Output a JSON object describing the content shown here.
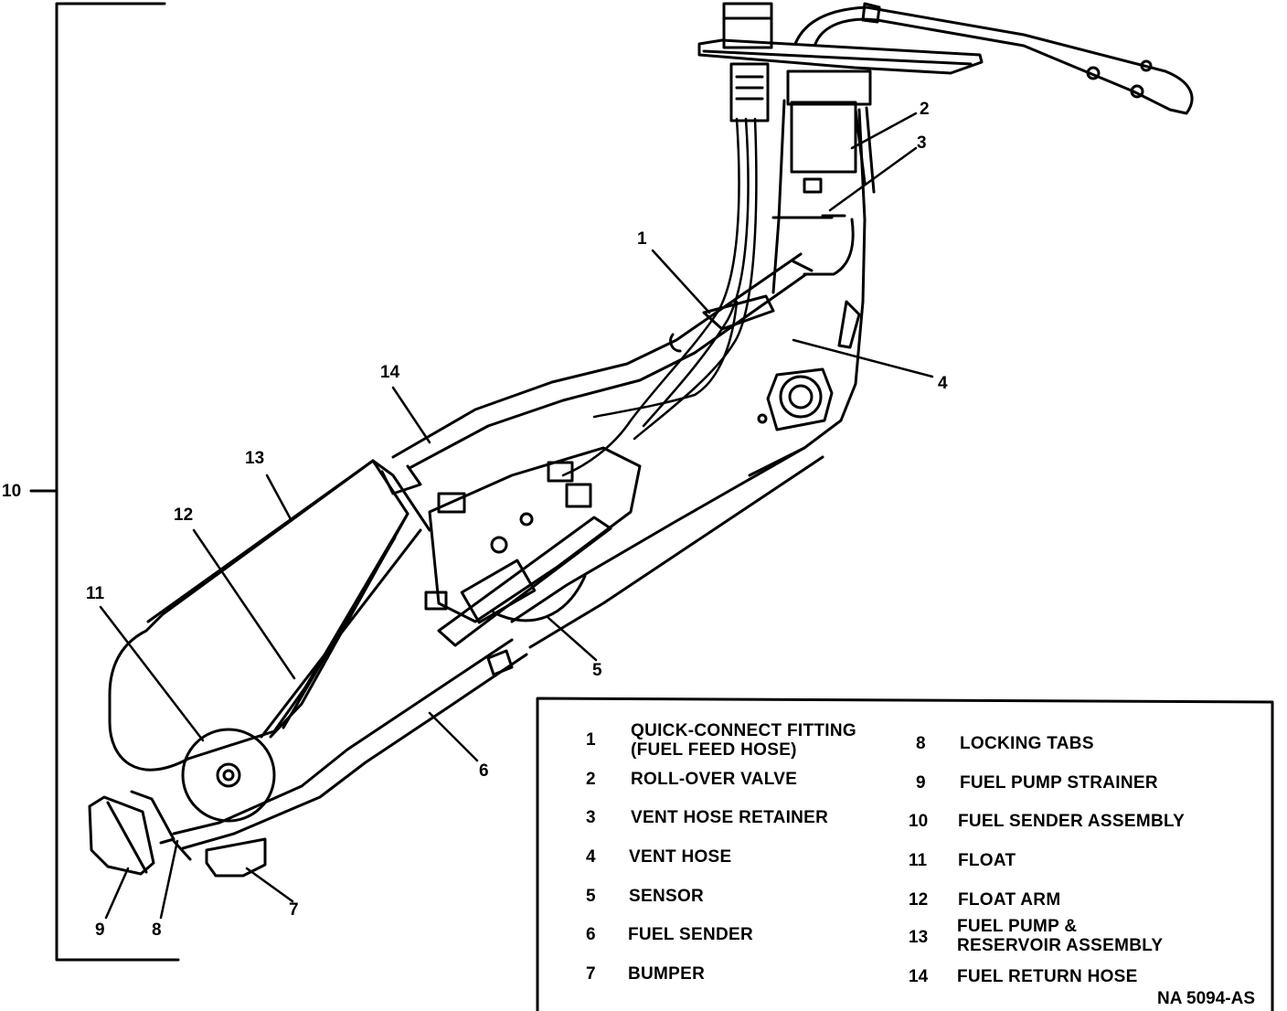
{
  "callouts": {
    "c1": "1",
    "c2": "2",
    "c3": "3",
    "c4": "4",
    "c5": "5",
    "c6": "6",
    "c7": "7",
    "c8": "8",
    "c9": "9",
    "c10": "10",
    "c11": "11",
    "c12": "12",
    "c13": "13",
    "c14": "14"
  },
  "legend": {
    "items": [
      {
        "num": "1",
        "label": "QUICK-CONNECT FITTING\n(FUEL FEED HOSE)"
      },
      {
        "num": "2",
        "label": "ROLL-OVER VALVE"
      },
      {
        "num": "3",
        "label": "VENT HOSE RETAINER"
      },
      {
        "num": "4",
        "label": "VENT HOSE"
      },
      {
        "num": "5",
        "label": "SENSOR"
      },
      {
        "num": "6",
        "label": "FUEL SENDER"
      },
      {
        "num": "7",
        "label": "BUMPER"
      },
      {
        "num": "8",
        "label": "LOCKING TABS"
      },
      {
        "num": "9",
        "label": "FUEL PUMP STRAINER"
      },
      {
        "num": "10",
        "label": "FUEL SENDER ASSEMBLY"
      },
      {
        "num": "11",
        "label": "FLOAT"
      },
      {
        "num": "12",
        "label": "FLOAT ARM"
      },
      {
        "num": "13",
        "label": "FUEL PUMP &\nRESERVOIR ASSEMBLY"
      },
      {
        "num": "14",
        "label": "FUEL RETURN HOSE"
      }
    ]
  },
  "ref_code": "NA 5094-AS"
}
